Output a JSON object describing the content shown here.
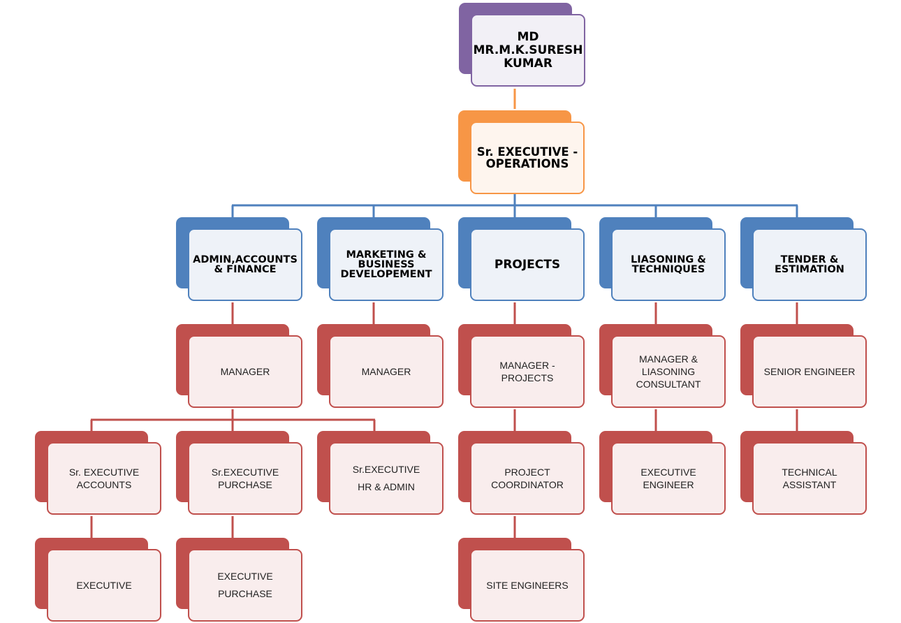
{
  "colors": {
    "md": "#8064a2",
    "operations": "#f79646",
    "department": "#4f81bd",
    "staff": "#c0504d",
    "connector_top": "#f79646",
    "connector_department": "#4f81bd",
    "connector_staff": "#c0504d"
  },
  "nodes": {
    "md": {
      "lines": [
        "MD",
        "MR.M.K.SURESH",
        "KUMAR"
      ]
    },
    "operations": {
      "lines": [
        "Sr. EXECUTIVE -",
        "OPERATIONS"
      ]
    },
    "admin_accounts_finance": {
      "lines": [
        "ADMIN,ACCOUNTS",
        "& FINANCE"
      ]
    },
    "marketing": {
      "lines": [
        "MARKETING &",
        "BUSINESS",
        "DEVELOPEMENT"
      ]
    },
    "projects": {
      "lines": [
        "PROJECTS"
      ]
    },
    "liasoning": {
      "lines": [
        "LIASONING &",
        "TECHNIQUES"
      ]
    },
    "tender": {
      "lines": [
        "TENDER &",
        "ESTIMATION"
      ]
    },
    "admin_manager": {
      "lines": [
        "MANAGER"
      ]
    },
    "marketing_manager": {
      "lines": [
        "MANAGER"
      ]
    },
    "manager_projects": {
      "lines": [
        "MANAGER  - PROJECTS"
      ]
    },
    "manager_liasoning": {
      "lines": [
        "MANAGER &",
        "LIASONING",
        "CONSULTANT"
      ]
    },
    "senior_engineer": {
      "lines": [
        "SENIOR ENGINEER"
      ]
    },
    "sr_exec_accounts": {
      "lines": [
        "Sr. EXECUTIVE",
        "ACCOUNTS"
      ]
    },
    "sr_exec_purchase": {
      "lines": [
        "Sr.EXECUTIVE",
        "PURCHASE"
      ]
    },
    "sr_exec_hr": {
      "lines": [
        "Sr.EXECUTIVE",
        "HR & ADMIN"
      ]
    },
    "project_coordinator": {
      "lines": [
        "PROJECT",
        "COORDINATOR"
      ]
    },
    "executive_engineer": {
      "lines": [
        "EXECUTIVE ENGINEER"
      ]
    },
    "technical_assistant": {
      "lines": [
        "TECHNICAL ASSISTANT"
      ]
    },
    "executive": {
      "lines": [
        "EXECUTIVE"
      ]
    },
    "executive_purchase": {
      "lines": [
        "EXECUTIVE",
        "PURCHASE"
      ]
    },
    "site_engineers": {
      "lines": [
        "SITE ENGINEERS"
      ]
    }
  }
}
